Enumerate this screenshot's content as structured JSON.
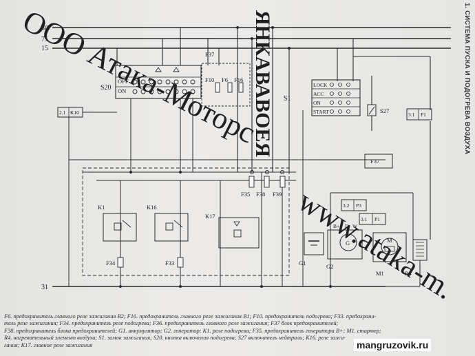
{
  "side_title": "1. СИСТЕМА ПУСКА И ПОДОГРЕВА ВОЗДУХА",
  "bus_labels": [
    "30",
    "75",
    "15",
    "31"
  ],
  "switch_s20": {
    "label": "S20",
    "positions": [
      "OFF",
      "ON"
    ]
  },
  "fuse_block": {
    "label": "F37",
    "fuses": [
      "F10",
      "F6",
      "F16"
    ]
  },
  "ignition_s1": {
    "label": "S1",
    "positions": [
      "LOCK",
      "ACC",
      "ON",
      "START"
    ]
  },
  "s27_label": "S27",
  "connectors": {
    "k10": [
      "2.1",
      "K10"
    ],
    "p1_top": [
      "3.1",
      "P1"
    ],
    "p3": [
      "3.2",
      "P3"
    ],
    "p1_mid": [
      "3.1",
      "P1"
    ]
  },
  "f37_box": "F37",
  "relays": {
    "k1": "K1",
    "k16": "K16",
    "k17": "K17"
  },
  "fuses_bottom": {
    "f34": "F34",
    "f33": "F33",
    "f35": "F35",
    "f38": "F38",
    "f39": "F39"
  },
  "components": {
    "g1": "G1",
    "g2": "G2",
    "m1": "M1",
    "r4": "R4",
    "g_sym": "G",
    "m_sym": "M"
  },
  "generator_terminals": {
    "bplus": "B+",
    "d": "D",
    "w": "W"
  },
  "watermark": {
    "line1": "ООО Атака-Моторс",
    "line2": "www.ataka-m.",
    "vertical": "ЯНКАВАВОЕЯ"
  },
  "caption": [
    "F6. предохранитель главного реле зажигания B2; F16. предохранитель главного реле зажигания B1; F10. предохранитель подогрева; F33. предохрани-",
    "тель реле зажигания; F34. предохранитель реле подогрева; F36. предохранитель главного реле зажигания; F37 блок предохранителей;",
    "F38. предохранитель блока предохранителей; G1. аккумулятор; G2. генератор; K1. реле подогрева; F35. предохранитель генератора B+; M1. стартер;",
    "R4. нагревательный элемент воздуха; S1. замок зажигания; S20. кнопка включения подогрева; S27 включатель нейтрали; K16. реле зажи-",
    "гания; K17. главное реле зажигания"
  ],
  "site": "mangruzovik.ru"
}
